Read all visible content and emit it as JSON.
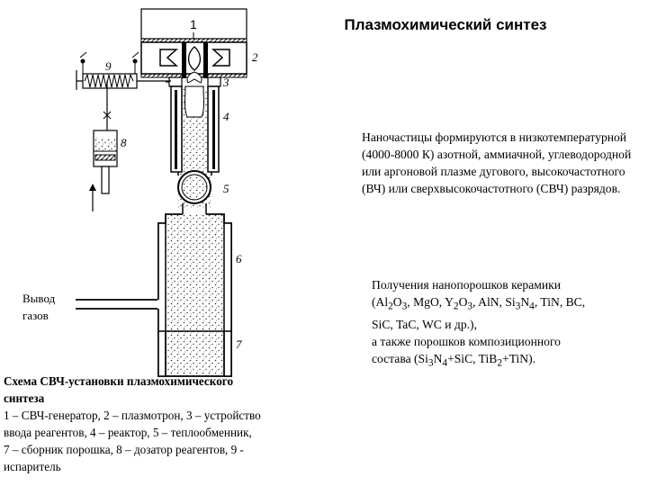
{
  "title": "Плазмохимический синтез",
  "description": "Наночастицы формируются в низкотемпературной (4000-8000 К) азотной, аммиачной, углеводородной или аргоновой плазме дугового, высокочастотного (ВЧ) или сверхвысокочастотного (СВЧ) разрядов.",
  "applications": {
    "line1": "Получения нанопорошков керамики",
    "line2_parts": [
      "(Al",
      "2",
      "O",
      "3",
      ", MgO, Y",
      "2",
      "O",
      "3",
      ", AlN, Si",
      "3",
      "N",
      "4",
      ", TiN, BC,"
    ],
    "line3": "SiC, TaC, WC и др.),",
    "line4": "а также порошков композиционного",
    "line5_parts": [
      "состава (Si",
      "3",
      "N",
      "4",
      "+SiC, TiB",
      "2",
      "+TiN)."
    ]
  },
  "exhaust_label": [
    "Вывод",
    "газов"
  ],
  "caption": {
    "title_line1": "Схема СВЧ-установки плазмохимического",
    "title_line2": "синтеза",
    "body": [
      "1 – СВЧ-генератор, 2 – плазмотрон, 3 – устройство",
      "ввода реагентов, 4 – реактор, 5 – теплообменник,",
      "7 – сборник порошка, 8 – дозатор реагентов, 9 -",
      "испаритель"
    ]
  },
  "diagram_numbers": {
    "n1": "1",
    "n2": "2",
    "n3": "3",
    "n4": "4",
    "n5": "5",
    "n6": "6",
    "n7": "7",
    "n8": "8",
    "n9": "9"
  }
}
